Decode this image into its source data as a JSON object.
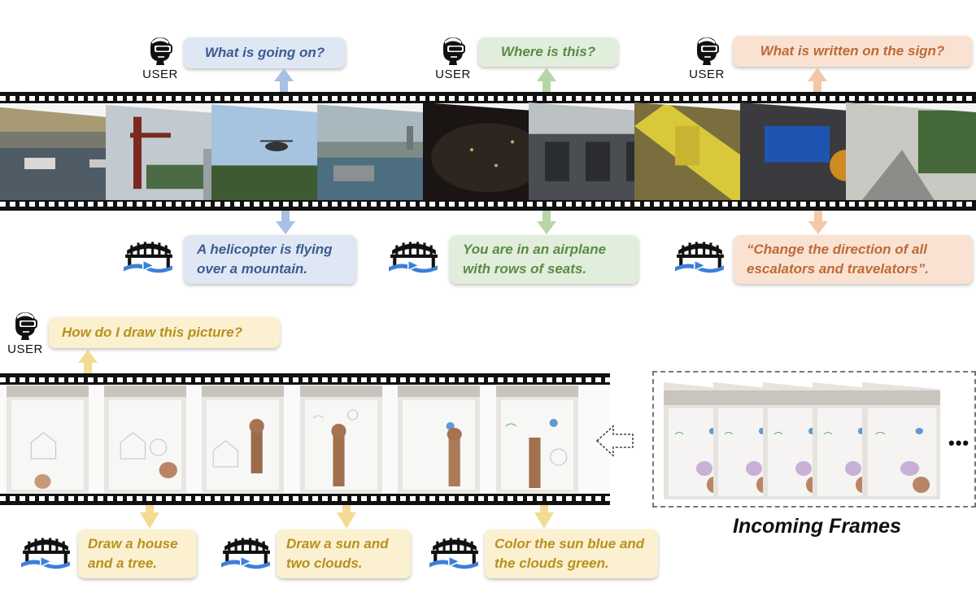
{
  "user_label": "USER",
  "colors": {
    "blue": "#3c5c91",
    "green": "#5b8a45",
    "orange": "#bd6a35",
    "yellow": "#b79020"
  },
  "top": {
    "questions": [
      "What is going on?",
      "Where is this?",
      "What is written on the sign?"
    ],
    "answers": [
      [
        "A helicopter is flying",
        "over a mountain."
      ],
      [
        "You are in an airplane",
        "with rows of seats."
      ],
      [
        "“Change the direction of all",
        "escalators and travelators”."
      ]
    ]
  },
  "bottom": {
    "question": "How do I draw this picture?",
    "answers": [
      [
        "Draw a house",
        "and a tree."
      ],
      [
        "Draw a sun and",
        "two clouds."
      ],
      [
        "Color the sun blue and",
        "the clouds green."
      ]
    ]
  },
  "incoming_label": "Incoming Frames",
  "ellipsis": "•••",
  "icons": [
    "user-vr-headset-icon",
    "bridge-logo-icon",
    "arrow-up-icon",
    "arrow-down-icon",
    "hollow-left-arrow-icon"
  ]
}
